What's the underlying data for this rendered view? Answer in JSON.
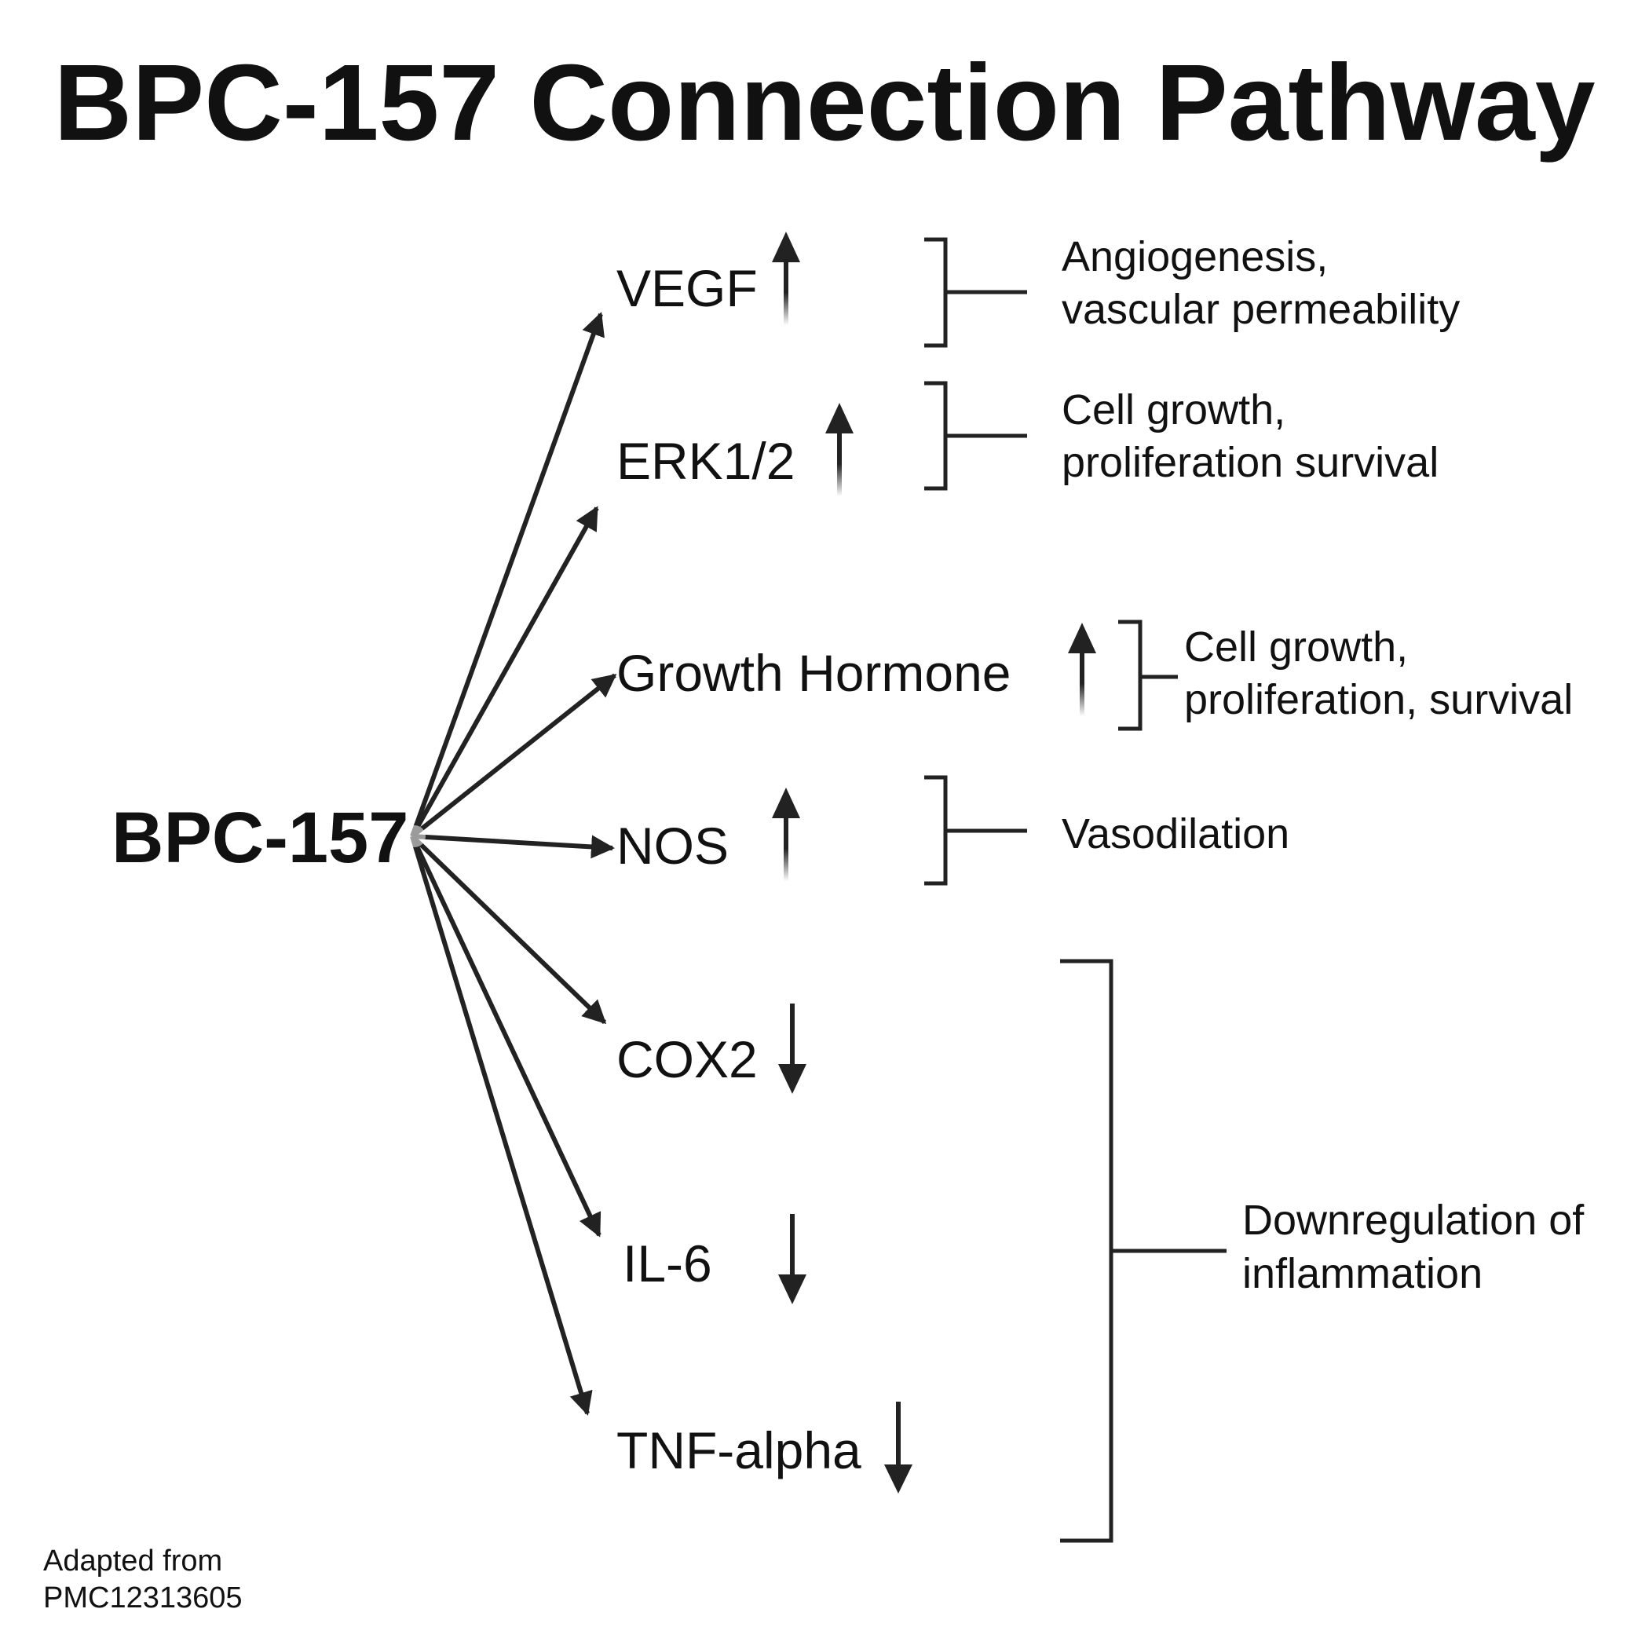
{
  "title": "BPC-157 Connection Pathway",
  "source_node": "BPC-157",
  "targets": [
    {
      "label": "VEGF",
      "direction": "up"
    },
    {
      "label": "ERK1/2",
      "direction": "up"
    },
    {
      "label": "Growth Hormone",
      "direction": "up"
    },
    {
      "label": "NOS",
      "direction": "up"
    },
    {
      "label": "COX2",
      "direction": "down"
    },
    {
      "label": "IL-6",
      "direction": "down"
    },
    {
      "label": "TNF-alpha",
      "direction": "down"
    }
  ],
  "effects": [
    {
      "line1": "Angiogenesis,",
      "line2": "vascular permeability"
    },
    {
      "line1": "Cell growth,",
      "line2": "proliferation survival"
    },
    {
      "line1": "Cell growth,",
      "line2": "proliferation, survival"
    },
    {
      "line1": "Vasodilation",
      "line2": ""
    },
    {
      "line1": "Downregulation of",
      "line2": "inflammation"
    }
  ],
  "footnote": {
    "line1": "Adapted from",
    "line2": "PMC12313605"
  },
  "colors": {
    "stroke": "#222222",
    "text": "#111111",
    "background": "#ffffff"
  }
}
